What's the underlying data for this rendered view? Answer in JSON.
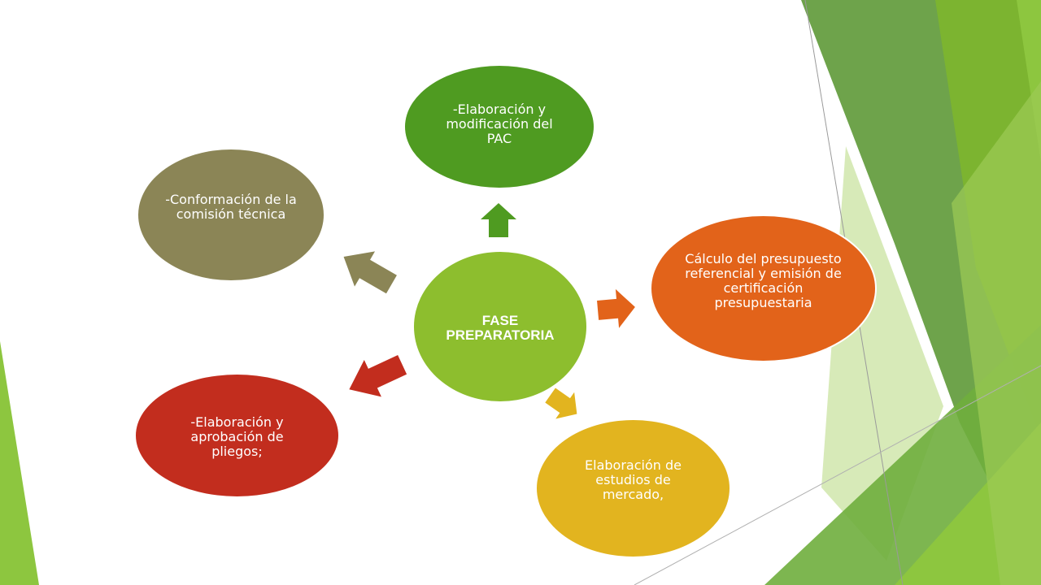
{
  "colors": {
    "center": "#8DBE2E",
    "pac": "#4F9B21",
    "comision": "#8B8556",
    "presupuesto": "#E2631A",
    "pliegos": "#C22D1E",
    "mercado": "#E2B41F"
  },
  "center": {
    "label": "FASE\nPREPARATORIA"
  },
  "nodes": {
    "pac": {
      "label": "-Elaboración y\nmodificación del\nPAC"
    },
    "comision": {
      "label": "-Conformación de la\ncomisión técnica"
    },
    "presupuesto": {
      "label": "Cálculo del presupuesto\nreferencial y emisión de\ncertificación\npresupuestaria"
    },
    "pliegos": {
      "label": "-Elaboración y\naprobación de\npliegos;"
    },
    "mercado": {
      "label": "Elaboración de\nestudios de\nmercado,"
    }
  },
  "arrows": {
    "pac": "arrow-up-icon",
    "comision": "arrow-up-left-icon",
    "presupuesto": "arrow-right-icon",
    "pliegos": "arrow-down-left-icon",
    "mercado": "arrow-down-right-icon"
  }
}
